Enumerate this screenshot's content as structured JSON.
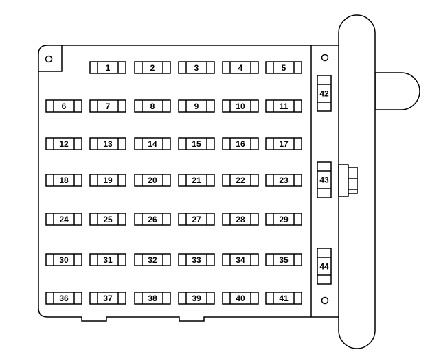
{
  "diagram": {
    "rows": [
      [
        "",
        "1",
        "2",
        "3",
        "4",
        "5"
      ],
      [
        "6",
        "7",
        "8",
        "9",
        "10",
        "11"
      ],
      [
        "12",
        "13",
        "14",
        "15",
        "16",
        "17"
      ],
      [
        "18",
        "19",
        "20",
        "21",
        "22",
        "23"
      ],
      [
        "24",
        "25",
        "26",
        "27",
        "28",
        "29"
      ],
      [
        "30",
        "31",
        "32",
        "33",
        "34",
        "35"
      ],
      [
        "36",
        "37",
        "38",
        "39",
        "40",
        "41"
      ]
    ],
    "relays": [
      "42",
      "43",
      "44"
    ],
    "colors": {
      "stroke": "#000000",
      "background": "#ffffff"
    }
  }
}
